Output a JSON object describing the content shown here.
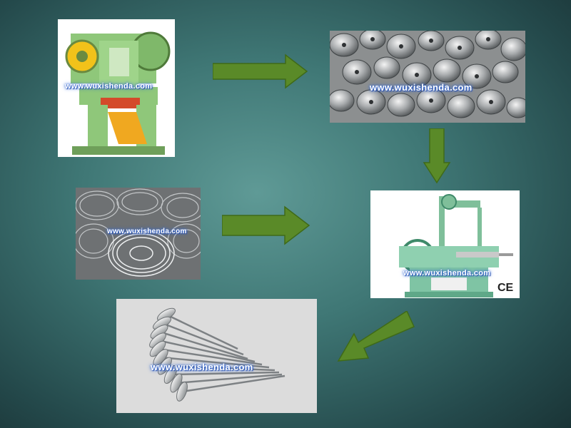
{
  "watermarks": {
    "press": "www.wuxishenda.com",
    "caps": "www.wuxishenda.com",
    "wire": "www.wuxishenda.com",
    "machine": "www.wuxishenda.com",
    "nails": "www.wuxishenda.com"
  },
  "machine_mark": "CE",
  "colors": {
    "arrow": "#5a8a28",
    "arrow_edge": "#3f6a18"
  }
}
